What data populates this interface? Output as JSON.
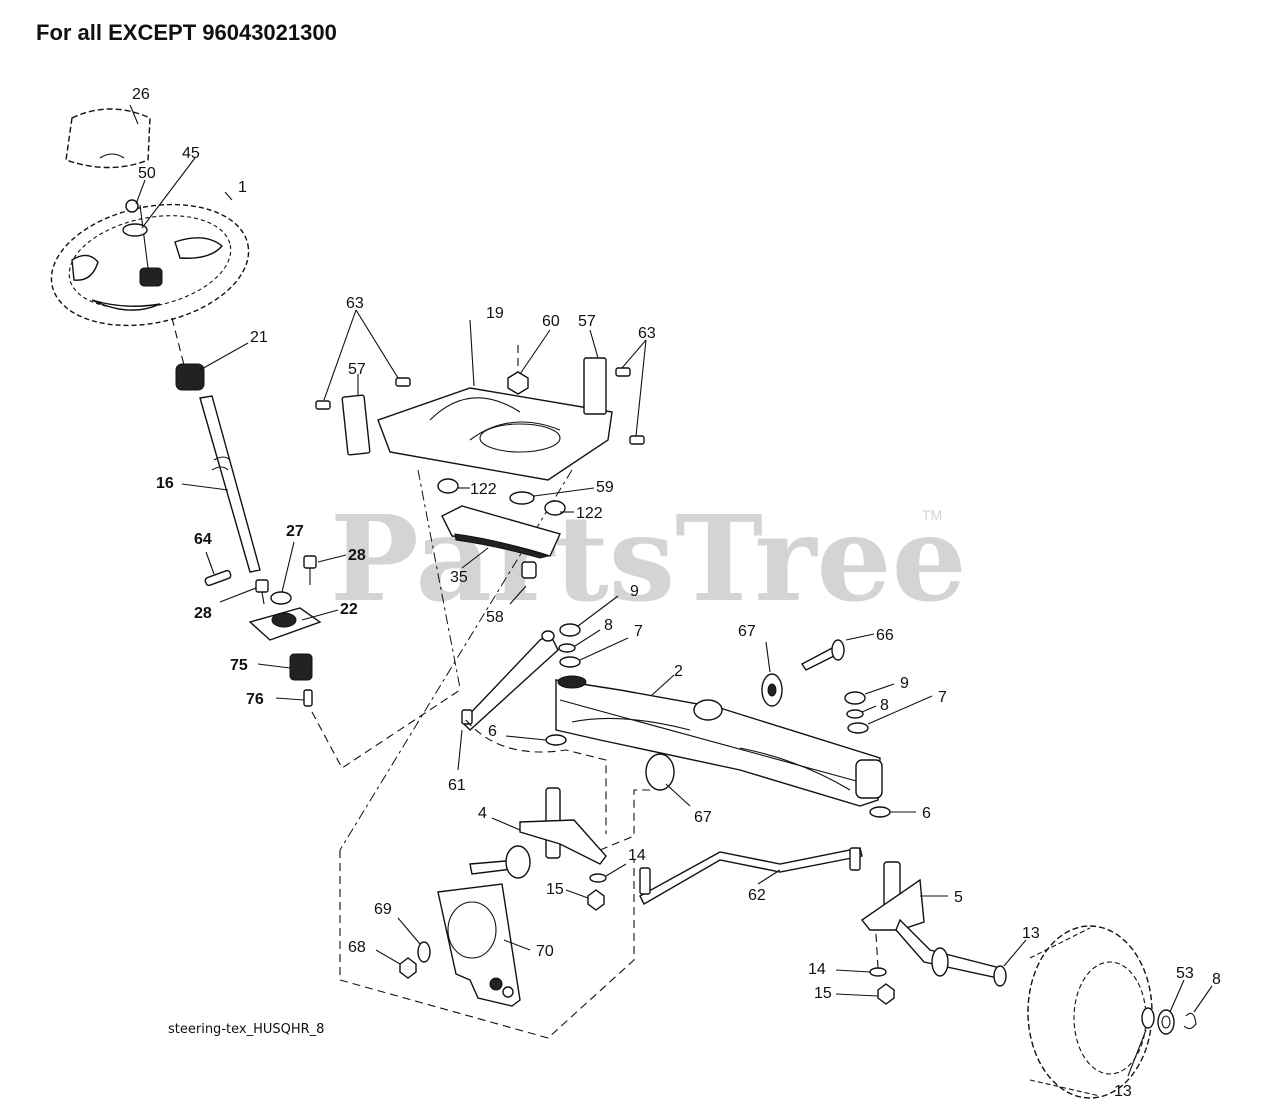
{
  "title": "For all EXCEPT 96043021300",
  "footer": "steering-tex_HUSQHR_8",
  "watermark": {
    "text": "PartsTree",
    "tm": "TM"
  },
  "callouts": {
    "c26": "26",
    "c45": "45",
    "c50": "50",
    "c1": "1",
    "c21": "21",
    "c16": "16",
    "c64": "64",
    "c27": "27",
    "c28a": "28",
    "c28b": "28",
    "c22": "22",
    "c75": "75",
    "c76": "76",
    "c63a": "63",
    "c19": "19",
    "c60": "60",
    "c57a": "57",
    "c57b": "57",
    "c63b": "63",
    "c122a": "122",
    "c59": "59",
    "c122b": "122",
    "c35": "35",
    "c58": "58",
    "c9a": "9",
    "c8a": "8",
    "c7a": "7",
    "c67a": "67",
    "c66": "66",
    "c2": "2",
    "c9b": "9",
    "c8b": "8",
    "c7b": "7",
    "c6a": "6",
    "c61": "61",
    "c67b": "67",
    "c6b": "6",
    "c4": "4",
    "c14a": "14",
    "c15a": "15",
    "c62": "62",
    "c5": "5",
    "c69": "69",
    "c68": "68",
    "c70": "70",
    "c13a": "13",
    "c14b": "14",
    "c15b": "15",
    "c53": "53",
    "c8c": "8",
    "c13b": "13"
  }
}
